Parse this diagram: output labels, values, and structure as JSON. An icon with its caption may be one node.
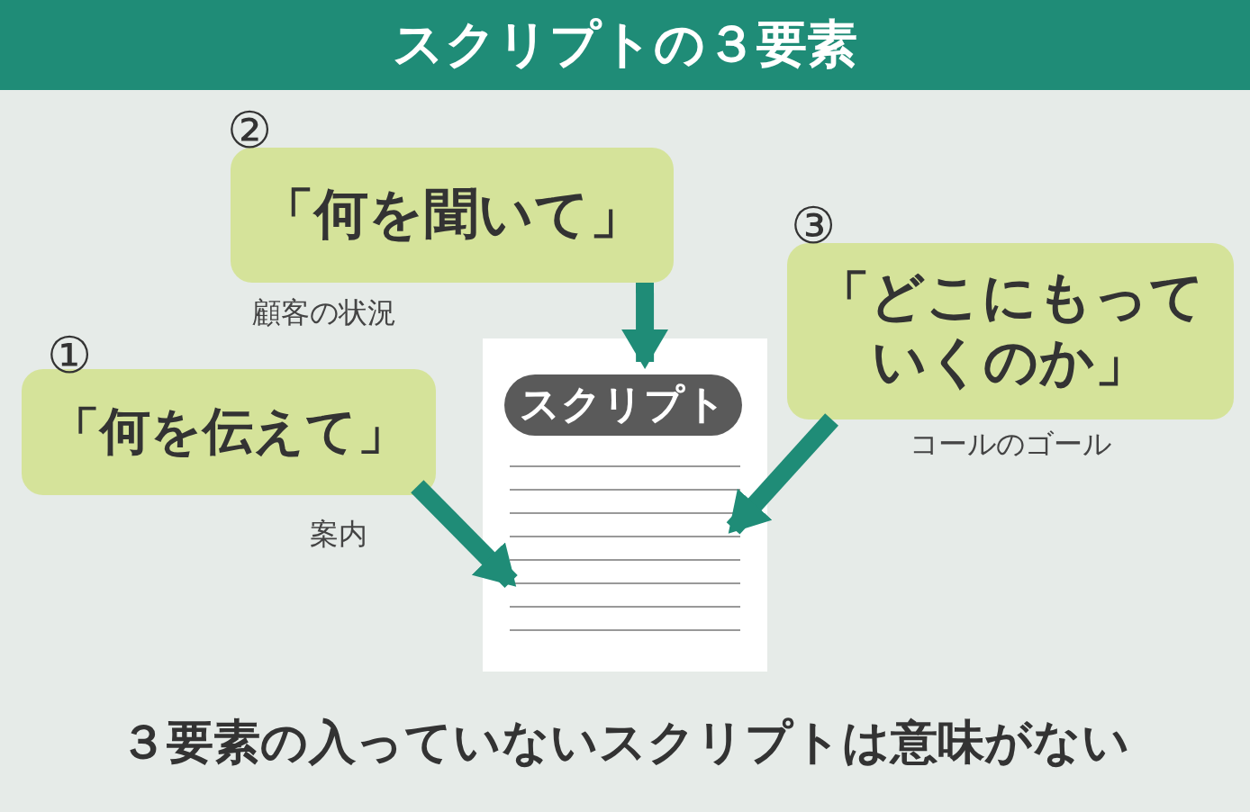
{
  "diagram": {
    "title": "スクリプトの３要素",
    "nodes": [
      {
        "text": [
          "①",
          "「何を伝えて」"
        ],
        "beside": [
          "案内"
        ]
      },
      {
        "text": [
          "②",
          "「何を聞いて」"
        ],
        "beside": [
          "顧客の状況"
        ]
      },
      {
        "text": [
          "③",
          "「どこにもっていくのか」"
        ],
        "beside": [
          "コールのゴール"
        ]
      },
      {
        "text": [
          "スクリプト"
        ]
      }
    ],
    "edges": [
      {
        "from": 0,
        "to": 3,
        "arrow": "to"
      },
      {
        "from": 1,
        "to": 3,
        "arrow": "to"
      },
      {
        "from": 2,
        "to": 3,
        "arrow": "to"
      }
    ],
    "labels": [
      "３要素の入っていないスクリプトは意味がない"
    ]
  }
}
